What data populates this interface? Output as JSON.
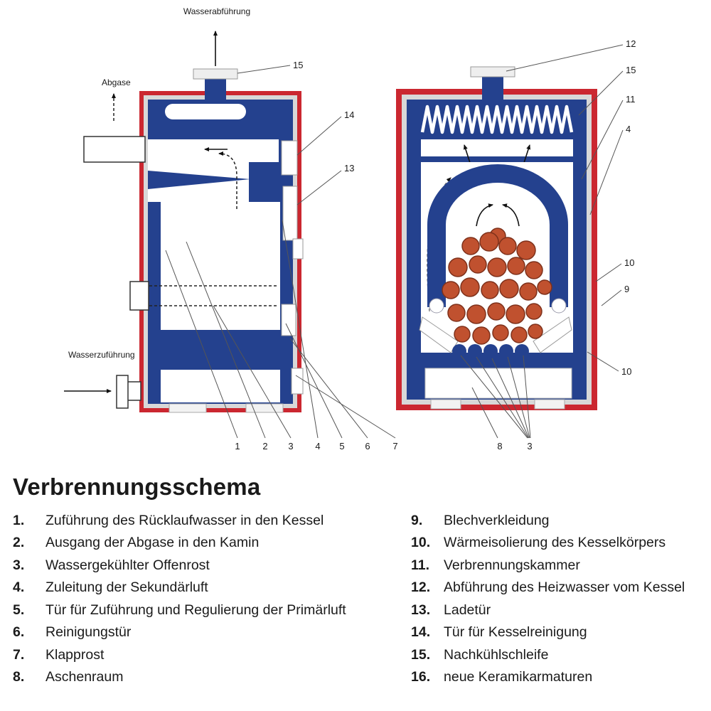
{
  "title": "Verbrennungsschema",
  "colors": {
    "boiler_blue": "#24418e",
    "frame_red": "#cb2730",
    "coal_orange": "#c0512f"
  },
  "diagram": {
    "left": {
      "label_water_out": "Wasserabführung",
      "label_abgase": "Abgase",
      "label_water_in": "Wasserzuführung",
      "callout_15": "15",
      "callout_14": "14",
      "callout_13": "13",
      "callouts_bottom": [
        "1",
        "2",
        "3",
        "4",
        "5",
        "6",
        "7"
      ]
    },
    "right": {
      "callouts_right": [
        "12",
        "15",
        "11",
        "4",
        "10",
        "9",
        "10"
      ],
      "callout_8": "8",
      "callout_3": "3"
    }
  },
  "legend": {
    "left": [
      {
        "num": "1.",
        "text": "Zuführung des Rücklaufwasser in den Kessel"
      },
      {
        "num": "2.",
        "text": "Ausgang der Abgase in den Kamin"
      },
      {
        "num": "3.",
        "text": "Wassergekühlter Offenrost"
      },
      {
        "num": "4.",
        "text": "Zuleitung der Sekundärluft"
      },
      {
        "num": "5.",
        "text": "Tür für Zuführung und Regulierung der Primärluft"
      },
      {
        "num": "6.",
        "text": "Reinigungstür"
      },
      {
        "num": "7.",
        "text": "Klapprost"
      },
      {
        "num": "8.",
        "text": "Aschenraum"
      }
    ],
    "right": [
      {
        "num": "9.",
        "text": "Blechverkleidung"
      },
      {
        "num": "10.",
        "text": "Wärmeisolierung des Kesselkörpers"
      },
      {
        "num": "11.",
        "text": "Verbrennungskammer"
      },
      {
        "num": "12.",
        "text": "Abführung des Heizwasser vom Kessel"
      },
      {
        "num": "13.",
        "text": "Ladetür"
      },
      {
        "num": "14.",
        "text": "Tür für Kesselreinigung"
      },
      {
        "num": "15.",
        "text": "Nachkühlschleife"
      },
      {
        "num": "16.",
        "text": "neue Keramikarmaturen"
      }
    ]
  }
}
